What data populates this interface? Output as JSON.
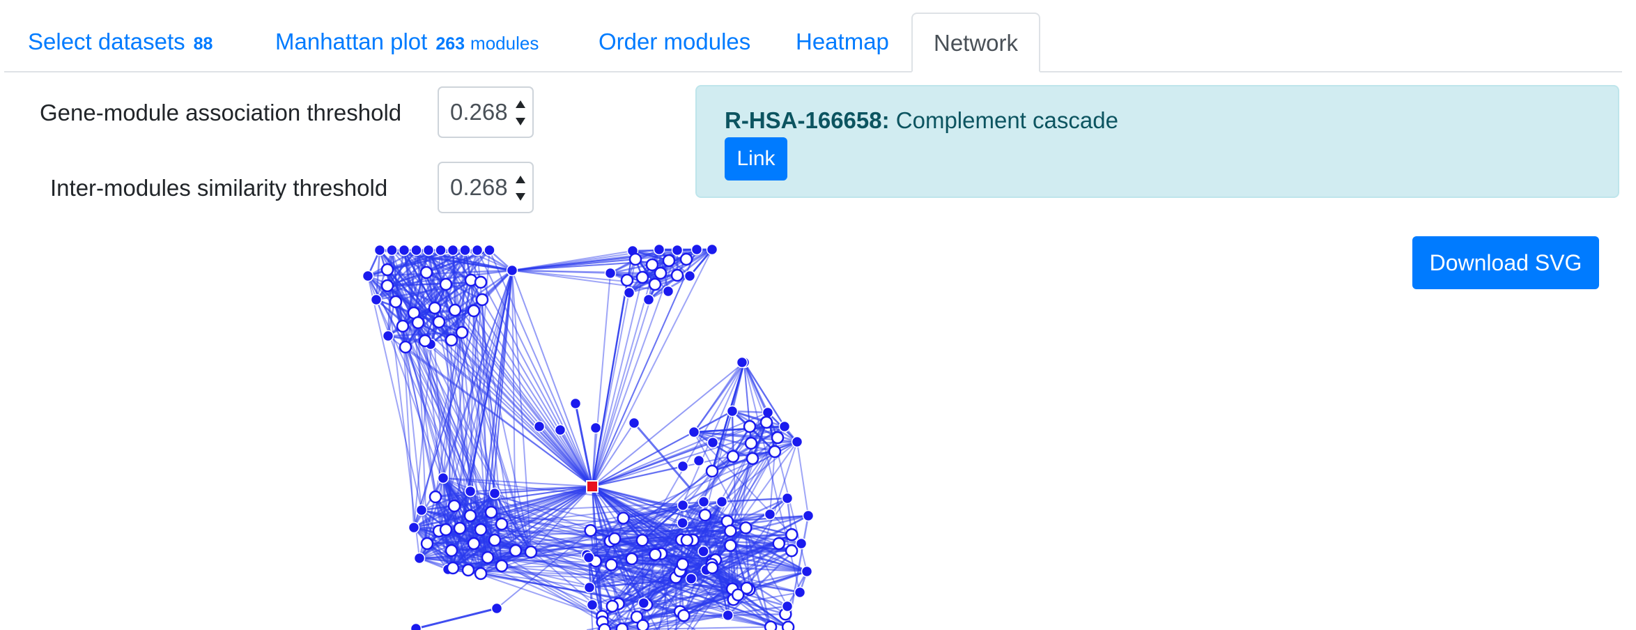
{
  "tabs": [
    {
      "id": "select",
      "label": "Select datasets",
      "count": "88",
      "unit": ""
    },
    {
      "id": "manhattan",
      "label": "Manhattan plot",
      "count": "263",
      "unit": "modules"
    },
    {
      "id": "order",
      "label": "Order modules",
      "count": "",
      "unit": ""
    },
    {
      "id": "heatmap",
      "label": "Heatmap",
      "count": "",
      "unit": ""
    },
    {
      "id": "network",
      "label": "Network",
      "count": "",
      "unit": "",
      "active": true
    }
  ],
  "thresholds": {
    "gene_module": {
      "label": "Gene-module association threshold",
      "value": "0.268"
    },
    "inter_module": {
      "label": "Inter-modules similarity threshold",
      "value": "0.268"
    }
  },
  "info": {
    "id": "R-HSA-166658:",
    "name": "Complement cascade",
    "link_label": "Link"
  },
  "download_label": "Download SVG",
  "colors": {
    "accent": "#007bff",
    "node": "#1a1aee",
    "edge": "#2a3aee",
    "selected_node": "#e8101e",
    "info_bg": "#d1ecf1",
    "info_text": "#0c5460"
  },
  "icons": {
    "spinner": "updown-spinner-icon"
  }
}
